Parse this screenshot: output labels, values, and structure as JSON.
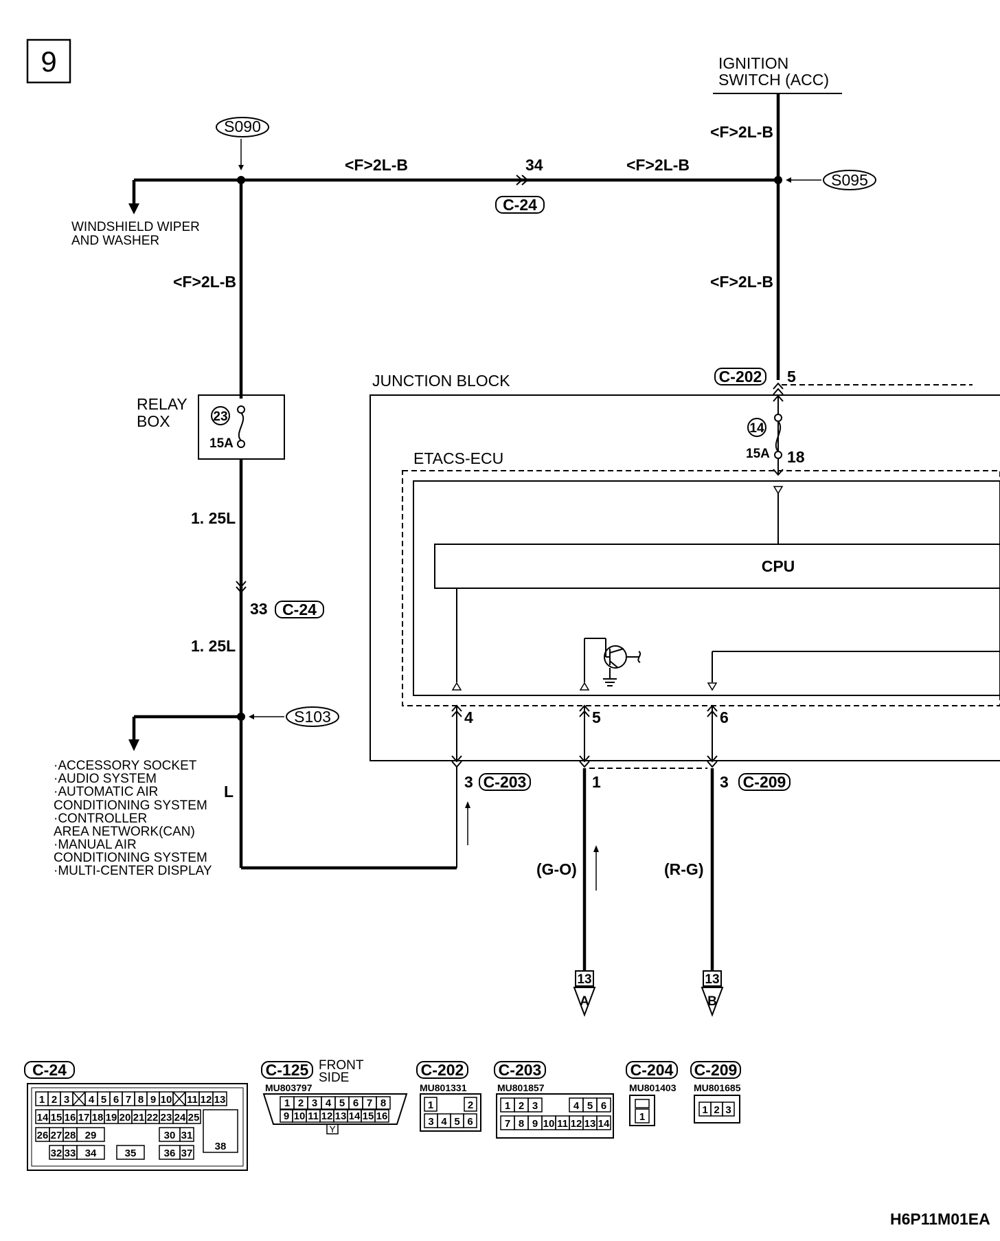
{
  "page_number": "9",
  "power_source": {
    "line1": "IGNITION",
    "line2": "SWITCH (ACC)"
  },
  "splices": {
    "s090": "S090",
    "s095": "S095",
    "s103": "S103"
  },
  "wire_labels": {
    "top_left": "<F>2L-B",
    "top_right": "<F>2L-B",
    "ign_vertical": "<F>2L-B",
    "right_vertical": "<F>2L-B",
    "left_vertical": "<F>2L-B",
    "left_lower_1": "1. 25L",
    "left_lower_2": "1. 25L",
    "left_l": "L",
    "go": "(G-O)",
    "rg": "(R-G)"
  },
  "connectors": {
    "c24_top": "C-24",
    "c24_top_pin": "34",
    "c24_mid": "C-24",
    "c24_mid_pin": "33",
    "c202": "C-202",
    "c202_pin": "5",
    "c203": "C-203",
    "c203_pin": "3",
    "c209": "C-209",
    "c209_pin": "3",
    "pin_1": "1"
  },
  "blocks": {
    "junction_block": "JUNCTION BLOCK",
    "etacs_ecu": "ETACS-ECU",
    "cpu": "CPU",
    "relay_box_1": "RELAY",
    "relay_box_2": "BOX",
    "relay_fuse_no": "23",
    "relay_fuse_amp": "15A",
    "jb_fuse_no": "14",
    "jb_fuse_amp": "15A",
    "jb_fuse_pin": "18",
    "ecu_pins": [
      "4",
      "5",
      "6"
    ]
  },
  "destinations": {
    "wiper_1": "WINDSHIELD WIPER",
    "wiper_2": "AND WASHER",
    "list": [
      "·ACCESSORY SOCKET",
      "·AUDIO SYSTEM",
      "·AUTOMATIC AIR",
      " CONDITIONING SYSTEM",
      "·CONTROLLER",
      " AREA NETWORK(CAN)",
      "·MANUAL AIR",
      " CONDITIONING SYSTEM",
      "·MULTI-CENTER DISPLAY"
    ],
    "arrow_a_num": "13",
    "arrow_a_letter": "A",
    "arrow_b_num": "13",
    "arrow_b_letter": "B"
  },
  "connector_views": {
    "c24": {
      "name": "C-24"
    },
    "c125": {
      "name": "C-125",
      "note_1": "FRONT",
      "note_2": "SIDE",
      "part": "MU803797",
      "row1": [
        "1",
        "2",
        "3",
        "4",
        "5",
        "6",
        "7",
        "8"
      ],
      "row2": [
        "9",
        "10",
        "11",
        "12",
        "13",
        "14",
        "15",
        "16"
      ],
      "key": "Y"
    },
    "c202": {
      "name": "C-202",
      "part": "MU801331",
      "row1": [
        "1",
        "2"
      ],
      "row2": [
        "3",
        "4",
        "5",
        "6"
      ]
    },
    "c203": {
      "name": "C-203",
      "part": "MU801857",
      "row1": [
        "1",
        "2",
        "3",
        "4",
        "5",
        "6"
      ],
      "row2": [
        "7",
        "8",
        "9",
        "10",
        "11",
        "12",
        "13",
        "14"
      ]
    },
    "c204": {
      "name": "C-204",
      "part": "MU801403",
      "row1": [
        "1"
      ]
    },
    "c209": {
      "name": "C-209",
      "part": "MU801685",
      "row1": [
        "1",
        "2",
        "3"
      ]
    }
  },
  "footer_code": "H6P11M01EA"
}
